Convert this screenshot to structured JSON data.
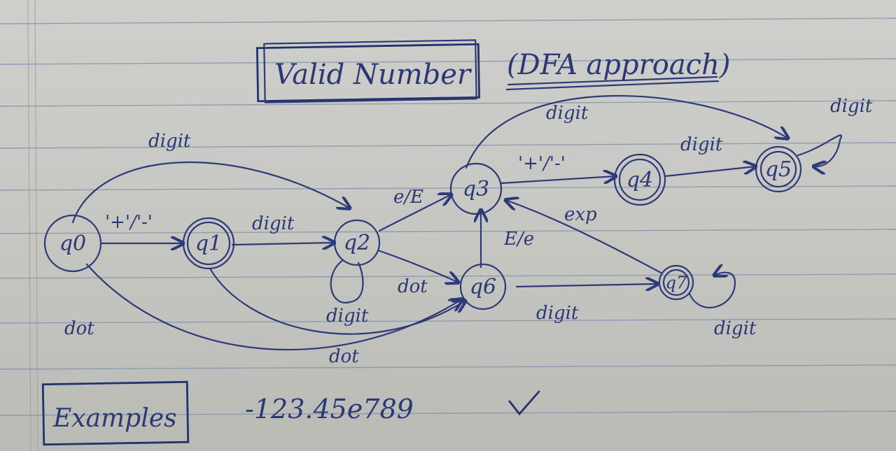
{
  "title": "Valid Number",
  "subtitle": "(DFA approach)",
  "states": [
    {
      "id": "q0",
      "label": "q0"
    },
    {
      "id": "q1",
      "label": "q1"
    },
    {
      "id": "q2",
      "label": "q2"
    },
    {
      "id": "q3",
      "label": "q3"
    },
    {
      "id": "q6",
      "label": "q6"
    },
    {
      "id": "q4",
      "label": "q4"
    },
    {
      "id": "q5",
      "label": "q5"
    },
    {
      "id": "q7",
      "label": "q7"
    }
  ],
  "edge_labels": {
    "q0_q2": "digit",
    "q0_q1": "'+'/'-'",
    "q1_q2": "digit",
    "q2_q3": "e/E",
    "q2_loop": "digit",
    "q2_q6": "dot",
    "q0_q6": "dot",
    "q1_q6": "dot",
    "q6_q3": "E/e",
    "q3_q4": "'+'/'-'",
    "q3_q5": "digit",
    "q4_q5": "digit",
    "q5_loop": "digit",
    "q7_q3": "exp",
    "q6_q7": "digit",
    "q7_loop": "digit"
  },
  "examples": {
    "label": "Examples",
    "value": "-123.45e789"
  }
}
